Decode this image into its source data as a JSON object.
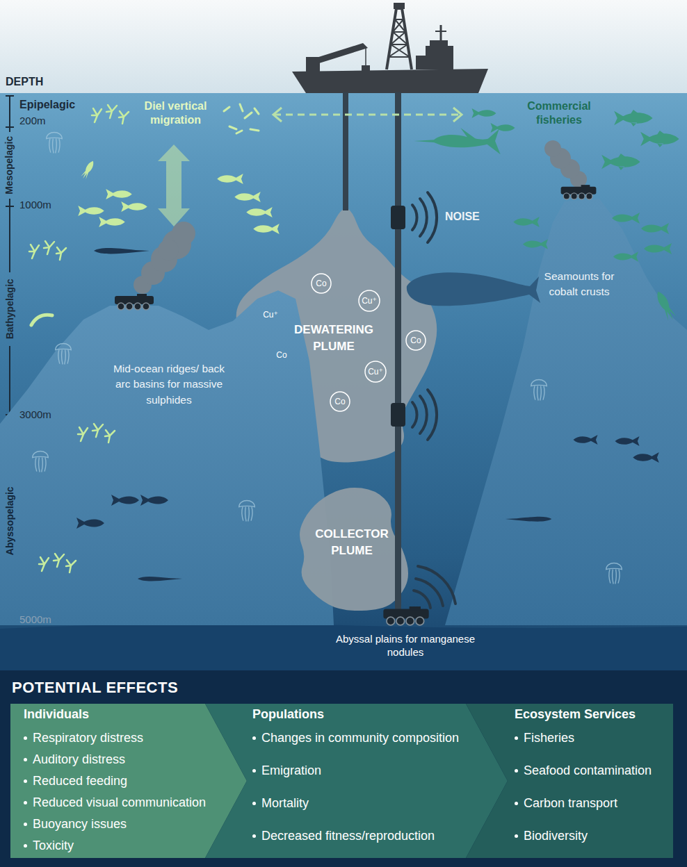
{
  "diagram": {
    "nodes": [
      {
        "text": [
          "DEWATERING PLUME"
        ]
      },
      {
        "text": [
          "Co"
        ],
        "in": 0
      },
      {
        "text": [
          "Cu⁺"
        ],
        "in": 0
      },
      {
        "text": [
          "Cu⁺"
        ],
        "in": 0
      },
      {
        "text": [
          "Co"
        ],
        "in": 0
      },
      {
        "text": [
          "Co"
        ],
        "in": 0
      },
      {
        "text": [
          "Cu⁺"
        ],
        "in": 0
      },
      {
        "text": [
          "Co"
        ],
        "in": 0
      },
      {
        "text": [
          "Seamounts for cobalt crusts"
        ]
      },
      {
        "text": [
          "Mid-ocean ridges/ back arc basins for massive sulphides"
        ]
      },
      {
        "text": [
          "COLLECTOR PLUME"
        ]
      },
      {
        "text": [
          "POTENTIAL EFFECTS"
        ]
      },
      {
        "text": [
          "Individuals",
          "Respiratory distress",
          "Auditory distress",
          "Reduced feeding",
          "Reduced visual communication",
          "Buoyancy issues",
          "Toxicity"
        ],
        "in": 11
      },
      {
        "text": [
          "Populations",
          "Changes in community composition",
          "Emigration",
          "Mortality",
          "Decreased fitness/reproduction"
        ],
        "in": 11
      },
      {
        "text": [
          "Ecosystem Services",
          "Fisheries",
          "Seafood contamination",
          "Carbon transport",
          "Biodiversity"
        ],
        "in": 11
      }
    ],
    "labels": [
      "DEPTH",
      "Epipelagic",
      "200m",
      "Mesopelagic",
      "1000m",
      "Bathypelagic",
      "3000m",
      "Abyssopelagic",
      "5000m",
      "Diel vertical migration",
      "Commercial fisheries",
      "NOISE",
      "Abyssal plains for manganese nodules"
    ]
  }
}
